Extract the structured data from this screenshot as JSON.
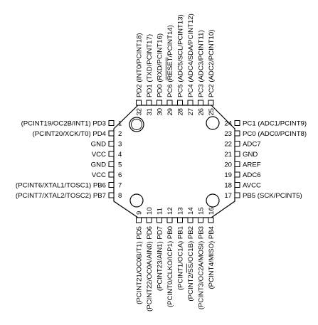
{
  "colors": {
    "ink": "#000000",
    "paper": "#ffffff"
  },
  "package": {
    "pins": {
      "left": [
        {
          "num": "1",
          "label": "(PCINT19/OC2B/INT1) PD3"
        },
        {
          "num": "2",
          "label": "(PCINT20/XCK/T0) PD4"
        },
        {
          "num": "3",
          "label": "GND"
        },
        {
          "num": "4",
          "label": "VCC"
        },
        {
          "num": "5",
          "label": "GND"
        },
        {
          "num": "6",
          "label": "VCC"
        },
        {
          "num": "7",
          "label": "(PCINT6/XTAL1/TOSC1) PB6"
        },
        {
          "num": "8",
          "label": "(PCINT7/XTAL2/TOSC2) PB7"
        }
      ],
      "right": [
        {
          "num": "24",
          "label": "PC1 (ADC1/PCINT9)"
        },
        {
          "num": "23",
          "label": "PC0 (ADC0/PCINT8)"
        },
        {
          "num": "22",
          "label": "ADC7"
        },
        {
          "num": "21",
          "label": "GND"
        },
        {
          "num": "20",
          "label": "AREF"
        },
        {
          "num": "19",
          "label": "ADC6"
        },
        {
          "num": "18",
          "label": "AVCC"
        },
        {
          "num": "17",
          "label": "PB5 (SCK/PCINT5)"
        }
      ],
      "top": [
        {
          "num": "32",
          "label": "PD2 (INT0/PCINT18)"
        },
        {
          "num": "31",
          "label": "PD1 (TXD/PCINT17)"
        },
        {
          "num": "30",
          "label": "PD0 (RXD/PCINT16)"
        },
        {
          "num": "29",
          "label": "PC6 (RESET/PCINT14)"
        },
        {
          "num": "28",
          "label": "PC5 (ADC5/SCL/PCINT13)"
        },
        {
          "num": "27",
          "label": "PC4 (ADC4/SDA/PCINT12)"
        },
        {
          "num": "26",
          "label": "PC3 (ADC3/PCINT11)"
        },
        {
          "num": "25",
          "label": "PC2 (ADC2/PCINT10)"
        }
      ],
      "bottom": [
        {
          "num": "9",
          "label": "(PCINT21/OC0B/T1) PD5"
        },
        {
          "num": "10",
          "label": "(PCINT22/OC0A/AIN0) PD6"
        },
        {
          "num": "11",
          "label": "(PCINT23/AIN1) PD7"
        },
        {
          "num": "12",
          "label": "(PCINT0/CLKO/ICP1) PB0"
        },
        {
          "num": "13",
          "label": "(PCINT1/OC1A) PB1"
        },
        {
          "num": "14",
          "label": "(PCINT2/SS/OC1B) PB2"
        },
        {
          "num": "15",
          "label": "(PCINT3/OC2A/MOSI) PB3"
        },
        {
          "num": "16",
          "label": "(PCINT4/MISO) PB4"
        }
      ]
    }
  }
}
